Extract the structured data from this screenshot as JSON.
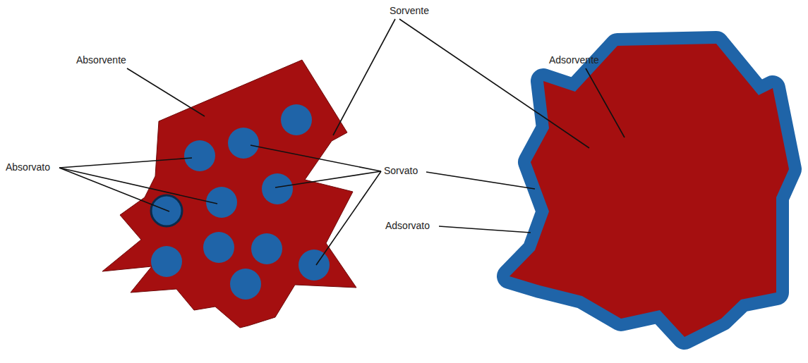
{
  "diagram": {
    "labels": [
      "Sorvente",
      "Absorvente",
      "Adsorvente",
      "Absorvato",
      "Sorvato",
      "Adsorvato"
    ]
  }
}
